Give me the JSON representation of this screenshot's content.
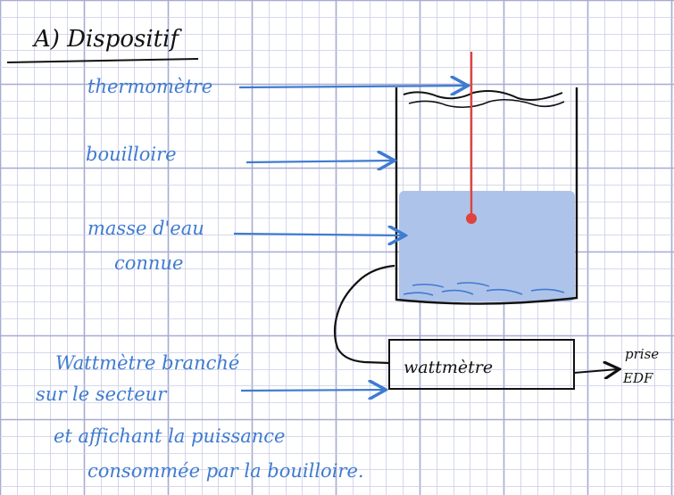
{
  "colors": {
    "grid_minor": "#c9cde6",
    "grid_major": "#a7abd0",
    "ink_blue": "#3f7bd0",
    "ink_black": "#111111",
    "water": "#aec3ea",
    "thermometer_red": "#e0433d"
  },
  "heading": "A) Dispositif",
  "labels": {
    "thermometre": "thermomètre",
    "bouilloire": "bouilloire",
    "masse_line1": "masse d'eau",
    "masse_line2": "connue",
    "wattmetre_line1": "Wattmètre branché",
    "wattmetre_line2": "sur le secteur",
    "wattmetre_line3": "et affichant la puissance",
    "wattmetre_line4": "consommée par la bouilloire."
  },
  "wattmetre_box": "wattmètre",
  "prise_line1": "prise",
  "prise_line2": "EDF"
}
